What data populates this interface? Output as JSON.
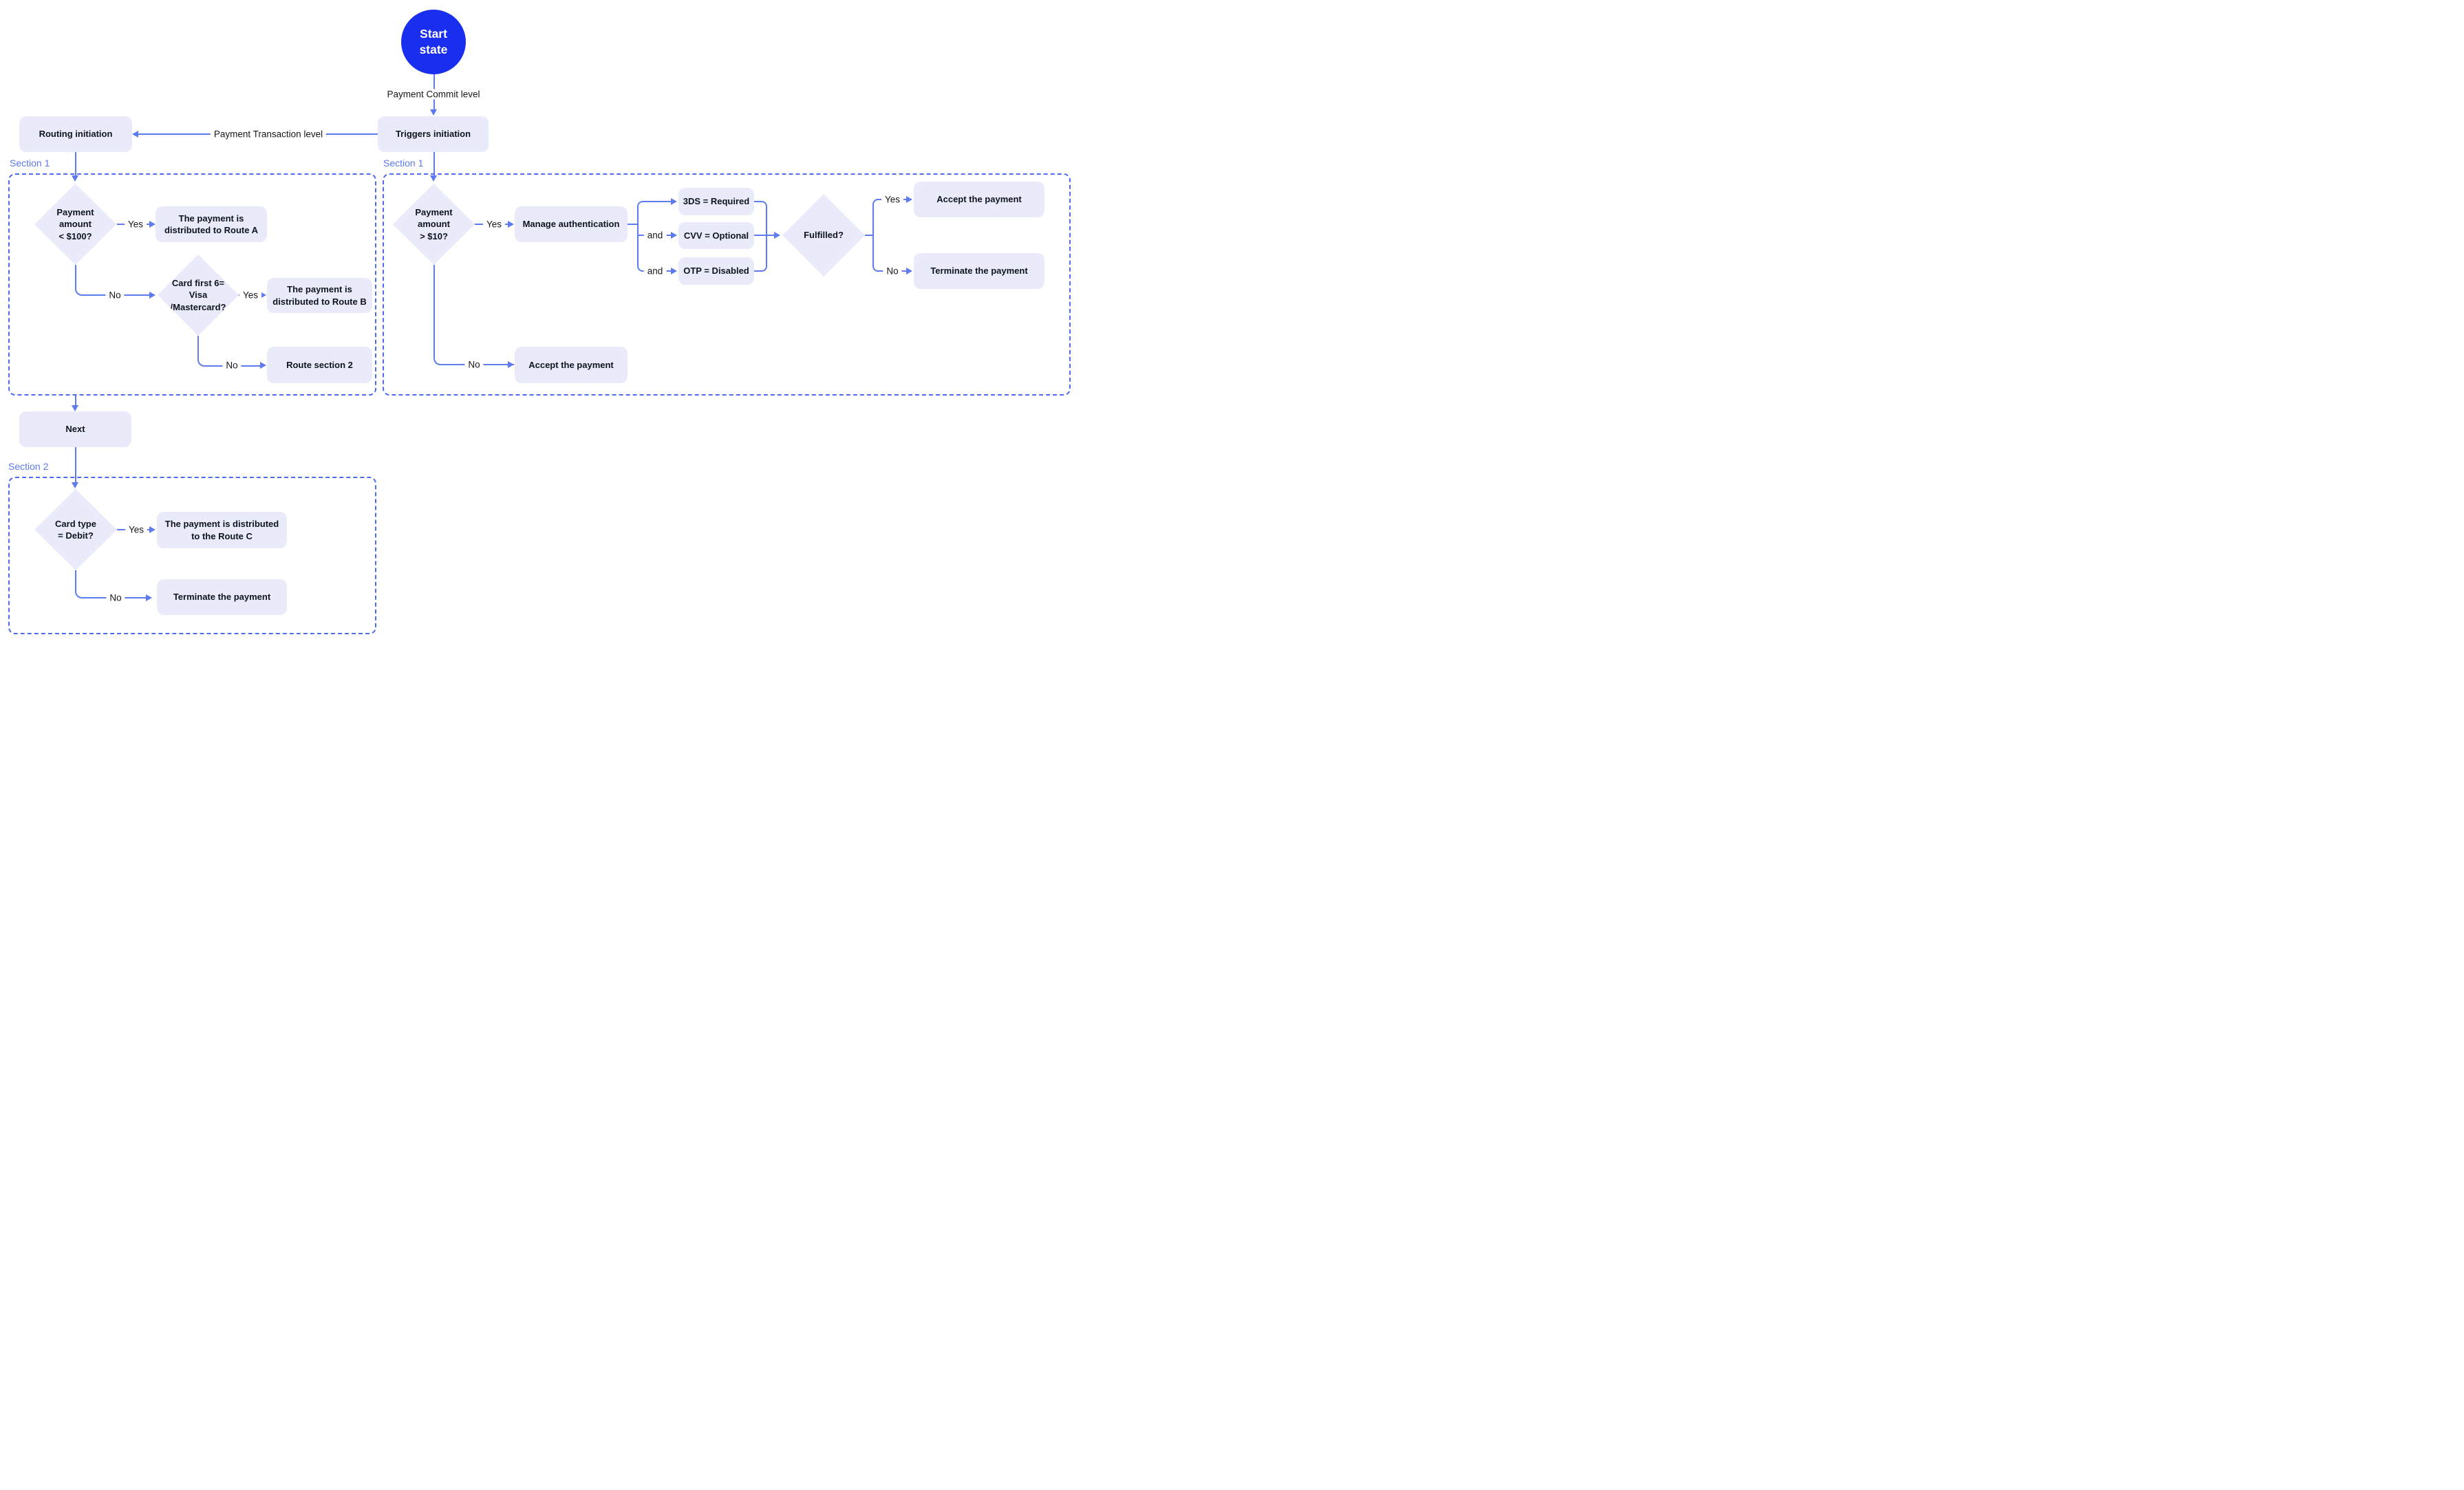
{
  "colors": {
    "start_circle_blue": "#1a2ef0",
    "node_fill": "#e9ebfa",
    "connector_blue": "#5d7bef",
    "dashed_border_blue": "#4f6cea",
    "section_label_blue": "#5c7af0",
    "node_text": "#10131f"
  },
  "start": {
    "lines": [
      "Start",
      "state"
    ]
  },
  "edge_labels": {
    "payment_commit": "Payment Commit level",
    "payment_transaction": "Payment Transaction level",
    "yes": "Yes",
    "no": "No",
    "and": "and"
  },
  "sections": {
    "left": "Section 1",
    "right": "Section 1",
    "bottom": "Section 2"
  },
  "nodes": {
    "triggers": "Triggers initiation",
    "routing": "Routing initiation",
    "amount100": {
      "lines": [
        "Payment",
        "amount",
        "< $100?"
      ]
    },
    "route_a": "The payment is distributed to Route A",
    "card_first6": {
      "lines": [
        "Card first 6=",
        "Visa",
        "/Mastercard?"
      ]
    },
    "route_b": "The payment is distributed to Route B",
    "route_section2": "Route section 2",
    "amount10": {
      "lines": [
        "Payment",
        "amount",
        "> $10?"
      ]
    },
    "manage_auth": "Manage authentication",
    "threeds": "3DS = Required",
    "cvv": "CVV = Optional",
    "otp": "OTP = Disabled",
    "fulfilled": "Fulfilled?",
    "accept_right": "Accept the payment",
    "terminate_right": "Terminate the payment",
    "accept_bottom": "Accept the payment",
    "next": "Next",
    "card_type": {
      "lines": [
        "Card type",
        "= Debit?"
      ]
    },
    "route_c": "The payment is distributed to the Route C",
    "terminate_bottom": "Terminate the payment"
  }
}
